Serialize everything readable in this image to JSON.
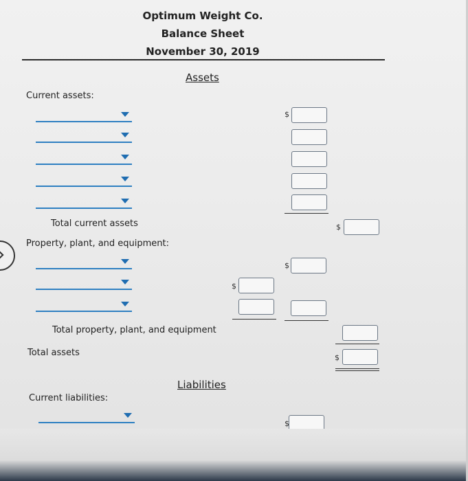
{
  "header": {
    "company": "Optimum Weight Co.",
    "statement": "Balance Sheet",
    "date": "November 30, 2019"
  },
  "sections": {
    "assets": "Assets",
    "liabilities": "Liabilities"
  },
  "labels": {
    "current_assets": "Current assets:",
    "total_current_assets": "Total current assets",
    "ppe": "Property, plant, and equipment:",
    "total_ppe": "Total property, plant, and equipment",
    "total_assets": "Total assets",
    "current_liabilities": "Current liabilities:"
  },
  "symbols": {
    "dollar": "$"
  },
  "colors": {
    "dropdown_accent": "#1f6db1",
    "input_border": "#6b7785"
  }
}
